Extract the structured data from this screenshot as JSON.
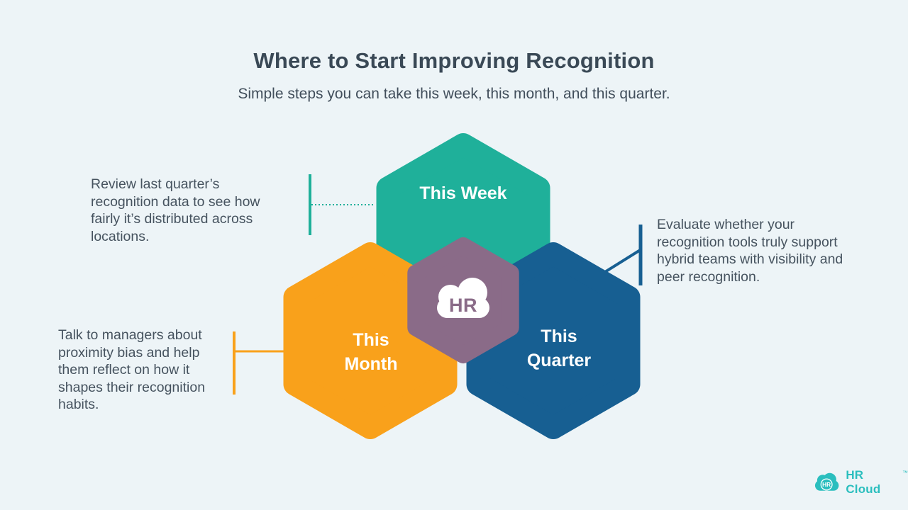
{
  "header": {
    "title": "Where to Start Improving Recognition",
    "subtitle": "Simple steps you can take this week, this month, and this quarter."
  },
  "hexagons": {
    "week": {
      "label": "This Week",
      "color": "#1FB09A"
    },
    "month": {
      "label": "This\nMonth",
      "color": "#F9A11B"
    },
    "quarter": {
      "label": "This\nQuarter",
      "color": "#175F92"
    },
    "hub": {
      "label": "HR",
      "color": "#8A6B88"
    }
  },
  "annotations": {
    "week": {
      "text": "Review last quarter’s\nrecognition data to see how\nfairly it’s distributed across\nlocations."
    },
    "month": {
      "text": "Talk to managers about\nproximity bias and help\nthem reflect on how it\nshapes their recognition\nhabits."
    },
    "quarter": {
      "text": "Evaluate whether your\nrecognition tools truly support\nhybrid teams with visibility and\npeer recognition."
    }
  },
  "footer_logo": {
    "icon_text": "HR",
    "brand": "HR Cloud",
    "trademark": "™",
    "color": "#2ABEBE"
  },
  "colors": {
    "background": "#EDF4F7",
    "teal": "#1FB09A",
    "orange": "#F9A11B",
    "blue": "#175F92",
    "purple": "#8A6B88",
    "heading_text": "#3A4956",
    "body_text": "#46535F",
    "logo_teal": "#2ABEBE"
  }
}
